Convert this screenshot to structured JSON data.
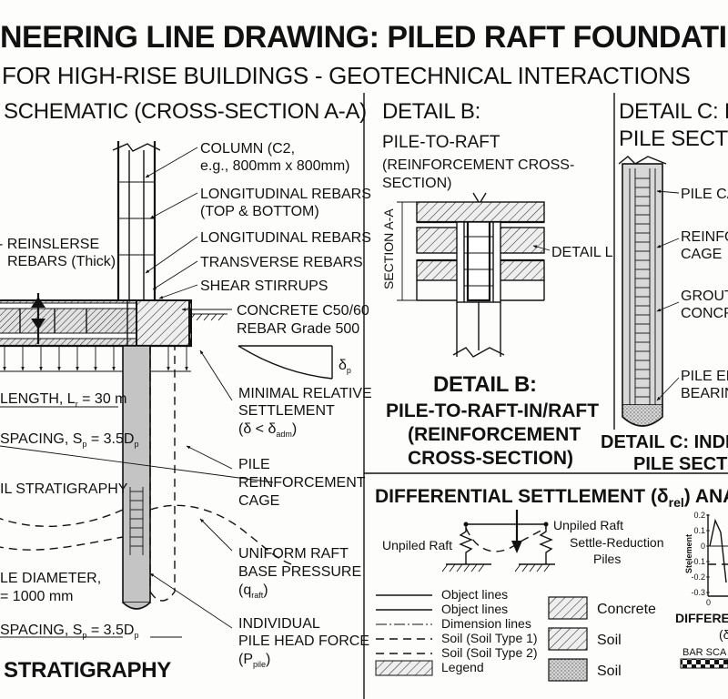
{
  "sheet": {
    "title": "NEERING LINE DRAWING: PILED RAFT FOUNDATION DE",
    "subtitle": "FOR HIGH-RISE BUILDINGS - GEOTECHNICAL INTERACTIONS"
  },
  "schematic": {
    "heading": "SCHEMATIC (CROSS-SECTION A-A)",
    "labels": {
      "column_1": "COLUMN (C2,",
      "column_2": "e.g., 800mm x 800mm)",
      "long_rebars_tb_1": "LONGITUDINAL REBARS",
      "long_rebars_tb_2": "(TOP & BOTTOM)",
      "long_rebars": "LONGITUDINAL REBARS",
      "transverse_rebars": "TRANSVERSE REBARS",
      "shear_stirrups": "SHEAR STIRRUPS",
      "concrete": "CONCRETE C50/60",
      "rebar_grade": "REBAR Grade 500",
      "delta_p": "δ",
      "delta_p_sub": "p",
      "min_settle_1": "MINIMAL RELATIVE",
      "min_settle_2": "SETTLEMENT",
      "min_settle_3": "(δ < δ",
      "min_settle_3_sub": "adm",
      "min_settle_3_end": ")",
      "pile_reinf_1": "PILE",
      "pile_reinf_2": "REINFORCEMENT",
      "pile_reinf_3": "CAGE",
      "uniform_1": "UNIFORM RAFT",
      "uniform_2": "BASE PRESSURE",
      "uniform_3": "(q",
      "uniform_3_sub": "raft",
      "uniform_3_end": ")",
      "indiv_1": "INDIVIDUAL",
      "indiv_2": "PILE HEAD FORCE",
      "indiv_3": "(P",
      "indiv_3_sub": "pile",
      "indiv_3_end": ")",
      "reinslerse_1": "- REINSLERSE",
      "reinslerse_2": "REBARS (Thick)",
      "length": "LENGTH, L",
      "length_sub": "r",
      "length_end": " = 30 m",
      "spacing_1": "SPACING, S",
      "spacing_1_sub": "p",
      "spacing_1_end": " = 3.5D",
      "spacing_1_sub2": "p",
      "soil_strat": "IL STRATIGRAPHY",
      "diameter_1": "LE DIAMETER,",
      "diameter_2": "= 1000 mm",
      "spacing_2": "SPACING, S",
      "spacing_2_sub": "p",
      "spacing_2_end": " = 3.5D",
      "spacing_2_sub2": "p",
      "stratigraphy": "STRATIGRAPHY"
    }
  },
  "detail_b": {
    "heading": "DETAIL B:",
    "line1": "PILE-TO-RAFT",
    "line2": "(REINFORCEMENT CROSS-",
    "line3": "SECTION)",
    "section_label": "SECTION A-A",
    "detail_l": "DETAIL L",
    "caption1": "DETAIL B:",
    "caption2": "PILE-TO-RAFT-IN/RAFT",
    "caption3": "(REINFORCEMENT",
    "caption4": "CROSS-SECTION)"
  },
  "detail_c": {
    "heading1": "DETAIL C: I",
    "heading2": "PILE SECTI",
    "label_cap": "PILE CA",
    "label_reinf_1": "REINFO",
    "label_reinf_2": "CAGE",
    "label_grout_1": "GROUT",
    "label_grout_2": "CONCR",
    "label_end_1": "PILE EN",
    "label_end_2": "BEARIN",
    "caption1": "DETAIL C: INDIV",
    "caption2": "PILE SECTIO"
  },
  "differential": {
    "heading": "DIFFERENTIAL SETTLEMENT (δ",
    "heading_sub": "rel",
    "heading_end": ") ANALY",
    "unpiled_left": "Unpiled Raft",
    "unpiled_right": "Unpiled Raft",
    "settle_1": "Settle-Reduction",
    "settle_2": "Piles",
    "mini_ylabel": "Stelement",
    "mini_ticks": [
      "0.2",
      "0.1",
      "0",
      "-0.1",
      "-0.2",
      "-0.3"
    ],
    "mini_x0": "0",
    "bottom_1": "DIFFERE",
    "bottom_2": "(δ",
    "bar_scale": "BAR SCA"
  },
  "legend": {
    "items": [
      {
        "label": "Object lines",
        "kind": "solid"
      },
      {
        "label": "Object lines",
        "kind": "solid"
      },
      {
        "label": "Dimension lines",
        "kind": "dashdot"
      },
      {
        "label": "Soil (Soil Type 1)",
        "kind": "dashed"
      },
      {
        "label": "Soil (Soil Type 2)",
        "kind": "dashed"
      },
      {
        "label": "Legend",
        "kind": "hatch"
      }
    ],
    "swatches": [
      {
        "label": "Concrete"
      },
      {
        "label": "Soil"
      },
      {
        "label": "Soil"
      }
    ]
  }
}
